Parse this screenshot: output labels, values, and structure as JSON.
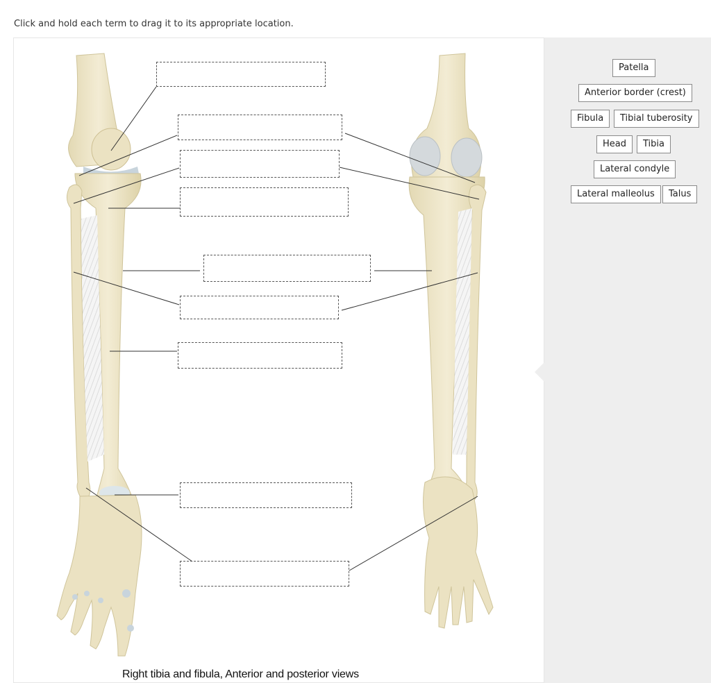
{
  "instructions": "Click and hold each term to drag it to its appropriate location.",
  "caption": "Right tibia and fibula, Anterior and posterior views",
  "terms": [
    "Patella",
    "Anterior border (crest)",
    "Fibula",
    "Tibial tuberosity",
    "Head",
    "Tibia",
    "Lateral condyle",
    "Lateral malleolus",
    "Talus"
  ],
  "colors": {
    "bone": "#eee6c8",
    "bone_shadow": "#d9cfa6",
    "cartilage": "#c8d4dc",
    "membrane": "#f4f4f4",
    "bank_background": "#eeeeee"
  }
}
